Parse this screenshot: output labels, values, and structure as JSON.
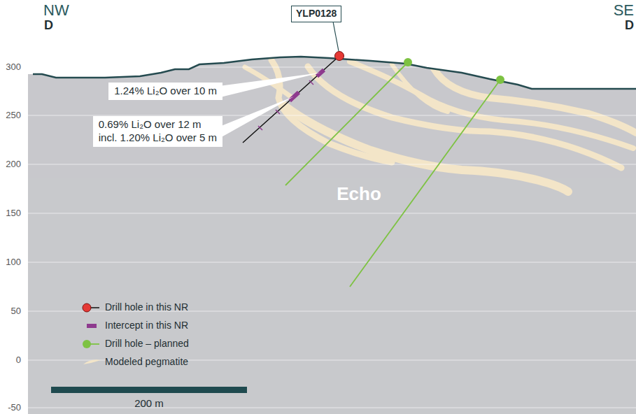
{
  "diagram": {
    "nodes": [
      {
        "text": [
          "YLP0128"
        ]
      },
      {
        "text": [
          "1.24% Li₂O over 10 m"
        ]
      },
      {
        "text": [
          "0.69% Li₂O over 12 m",
          "incl. 1.20% Li₂O over 5 m"
        ]
      }
    ],
    "labels": [
      "NW",
      "D",
      "SE",
      "D",
      "300",
      "250",
      "200",
      "150",
      "100",
      "50",
      "0",
      "-50",
      "Echo",
      "200 m"
    ],
    "legend": [
      {
        "text": "Drill hole in this NR"
      },
      {
        "text": "Intercept in this NR"
      },
      {
        "text": "Drill hole – planned"
      },
      {
        "text": "Modeled pegmatite",
        "color": "#f3e5c8"
      }
    ]
  }
}
